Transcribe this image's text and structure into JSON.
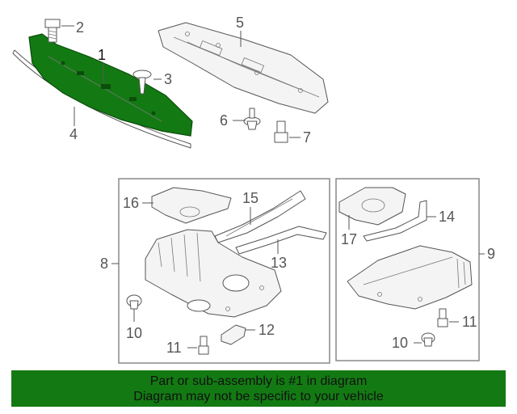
{
  "callouts": {
    "c1": "1",
    "c2": "2",
    "c3": "3",
    "c4": "4",
    "c5": "5",
    "c6": "6",
    "c7": "7",
    "c8": "8",
    "c9": "9",
    "c10a": "10",
    "c10b": "10",
    "c11a": "11",
    "c11b": "11",
    "c12": "12",
    "c13": "13",
    "c14": "14",
    "c15": "15",
    "c16": "16",
    "c17": "17"
  },
  "banner": {
    "line1": "Part or sub-assembly is #1 in diagram",
    "line2": "Diagram may not be specific to your vehicle"
  },
  "colors": {
    "highlight": "#137a13",
    "banner": "#137a13",
    "lines": "#555555"
  }
}
